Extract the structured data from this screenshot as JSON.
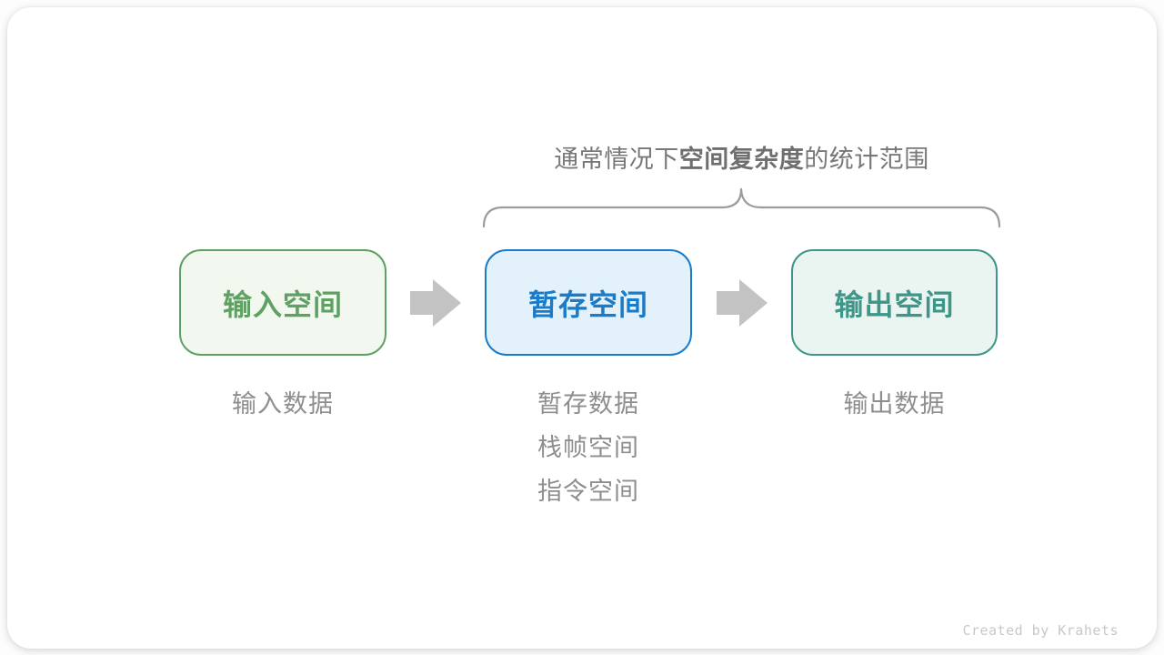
{
  "diagram": {
    "title": {
      "prefix": "通常情况下",
      "emphasis": "空间复杂度",
      "suffix": "的统计范围"
    },
    "boxes": [
      {
        "id": "input-space",
        "label": "输入空间",
        "text_color": "#5fa163",
        "border_color": "#5fa163",
        "bg_color": "#f2f8f0"
      },
      {
        "id": "temp-space",
        "label": "暂存空间",
        "text_color": "#1a7cc9",
        "border_color": "#1a7cc9",
        "bg_color": "#e3f1fb"
      },
      {
        "id": "output-space",
        "label": "输出空间",
        "text_color": "#3f9587",
        "border_color": "#3f9587",
        "bg_color": "#eaf5f2"
      }
    ],
    "notes": {
      "input": {
        "lines": [
          "输入数据"
        ]
      },
      "temp": {
        "lines": [
          "暂存数据",
          "栈帧空间",
          "指令空间"
        ]
      },
      "output": {
        "lines": [
          "输出数据"
        ]
      }
    },
    "colors": {
      "arrow": "#c3c3c3",
      "brace": "#9c9c9c",
      "note_text": "#8e8e8e",
      "title_text": "#787878",
      "credit_text": "#c8c8c8",
      "card_bg": "#ffffff"
    }
  },
  "credit": "Created by Krahets"
}
